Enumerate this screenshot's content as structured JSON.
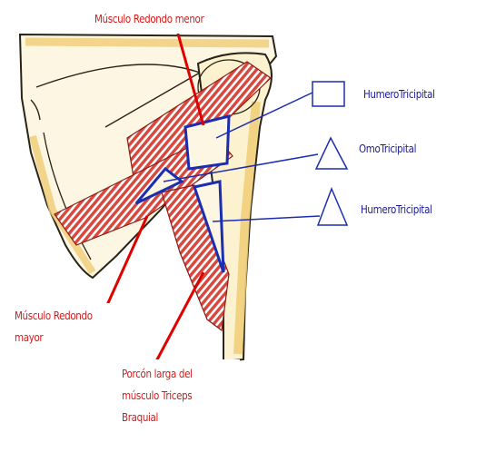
{
  "labels": {
    "teres_minor": "Músculo Redondo menor",
    "teres_major_1": "Músculo Redondo",
    "teres_major_2": "mayor",
    "triceps_1": "Porcón larga del",
    "triceps_2": "músculo Triceps",
    "triceps_3": "Braquial"
  },
  "legend": [
    {
      "shape": "square",
      "label": "HumeroTricipital"
    },
    {
      "shape": "triangle",
      "label": "OmoTricipital"
    },
    {
      "shape": "triangle",
      "label": "HumeroTricipital"
    }
  ],
  "colors": {
    "muscle": "#d8473d",
    "bone": "#f0cf7a",
    "bone_outline": "#2a2418",
    "label_red": "#d01c1c",
    "pointer_red": "#e00000",
    "space_blue": "#1c2eb0"
  }
}
